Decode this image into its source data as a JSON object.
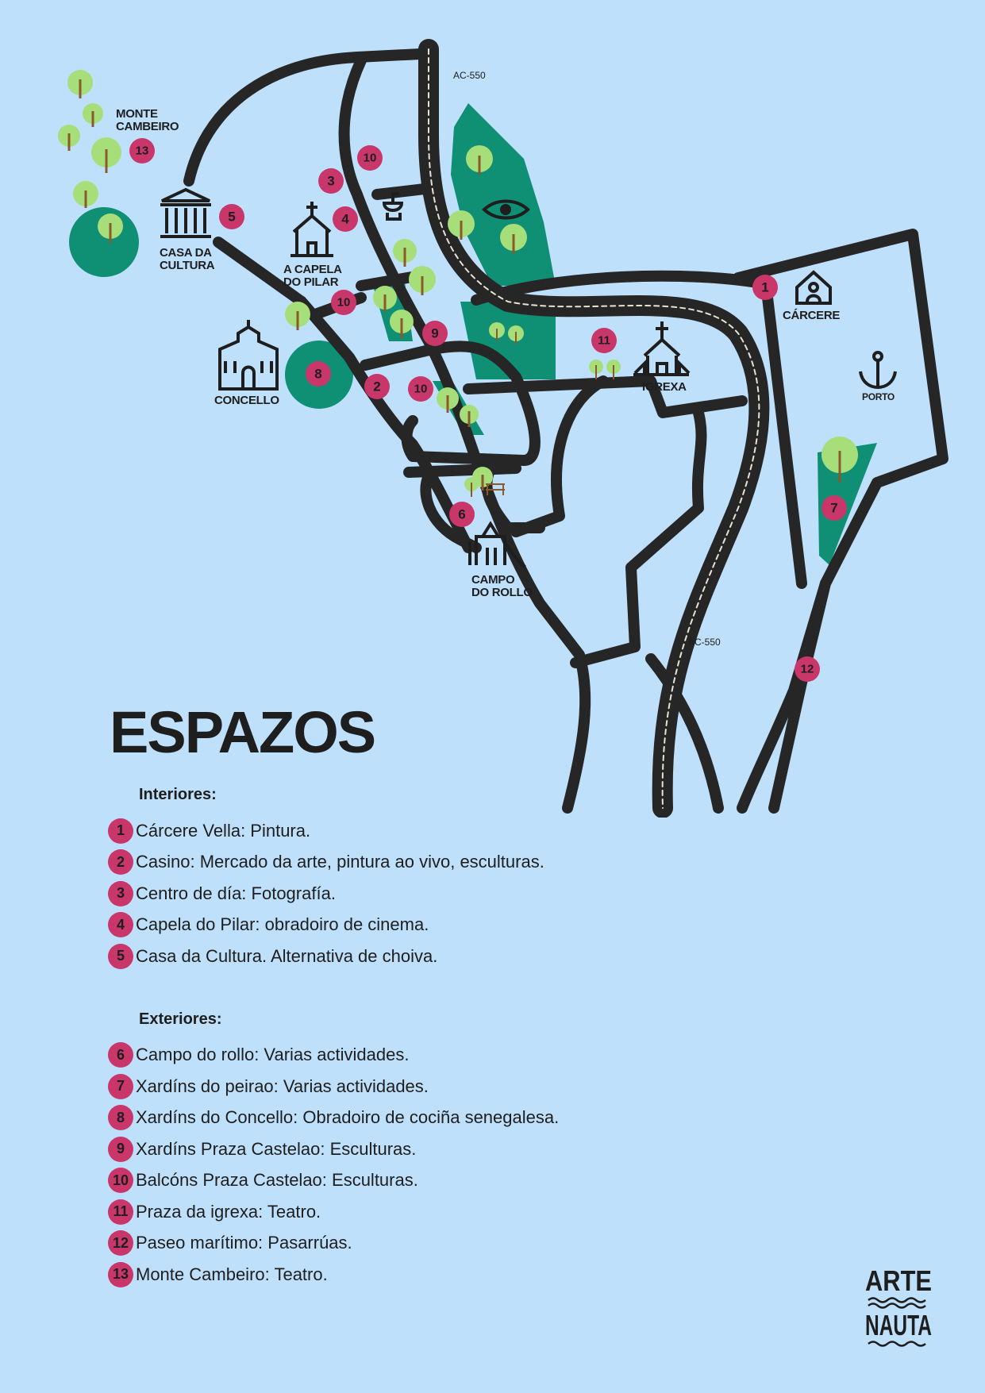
{
  "map": {
    "road_labels": {
      "north": "AC-550",
      "south": "AC-550"
    },
    "places": {
      "monte_cambeiro": [
        "MONTE",
        "CAMBEIRO"
      ],
      "casa_da_cultura": [
        "CASA DA",
        "CULTURA"
      ],
      "capela": [
        "A CAPELA",
        "DO PILAR"
      ],
      "concello": "CONCELLO",
      "carcere": "CÁRCERE",
      "igrexa": "IGREXA",
      "porto": "PORTO",
      "campo_do_rollo": [
        "CAMPO",
        "DO ROLLO"
      ]
    },
    "markers": [
      "1",
      "2",
      "3",
      "4",
      "5",
      "6",
      "7",
      "8",
      "9",
      "10",
      "11",
      "12",
      "13"
    ],
    "colors": {
      "background": "#bfe0fb",
      "road": "#262626",
      "park": "#0f8f73",
      "tree": "#a6de7a",
      "marker": "#c9366a"
    }
  },
  "title": "ESPAZOS",
  "legend": {
    "interiores": {
      "heading": "Interiores:",
      "items": [
        {
          "num": "1",
          "text": "Cárcere Vella: Pintura."
        },
        {
          "num": "2",
          "text": "Casino: Mercado da arte, pintura ao vivo, esculturas."
        },
        {
          "num": "3",
          "text": "Centro de día: Fotografía."
        },
        {
          "num": "4",
          "text": "Capela do Pilar: obradoiro de cinema."
        },
        {
          "num": "5",
          "text": "Casa da Cultura. Alternativa de choiva."
        }
      ]
    },
    "exteriores": {
      "heading": "Exteriores:",
      "items": [
        {
          "num": "6",
          "text": "Campo do rollo: Varias actividades."
        },
        {
          "num": "7",
          "text": "Xardíns do peirao: Varias actividades."
        },
        {
          "num": "8",
          "text": "Xardíns do Concello: Obradoiro de cociña senegalesa."
        },
        {
          "num": "9",
          "text": "Xardíns Praza Castelao: Esculturas."
        },
        {
          "num": "10",
          "text": "Balcóns Praza Castelao: Esculturas."
        },
        {
          "num": "11",
          "text": "Praza da igrexa: Teatro."
        },
        {
          "num": "12",
          "text": "Paseo marítimo: Pasarrúas."
        },
        {
          "num": "13",
          "text": "Monte Cambeiro: Teatro."
        }
      ]
    }
  },
  "logo": {
    "line1": "ARTE",
    "line2": "NAUTA"
  }
}
